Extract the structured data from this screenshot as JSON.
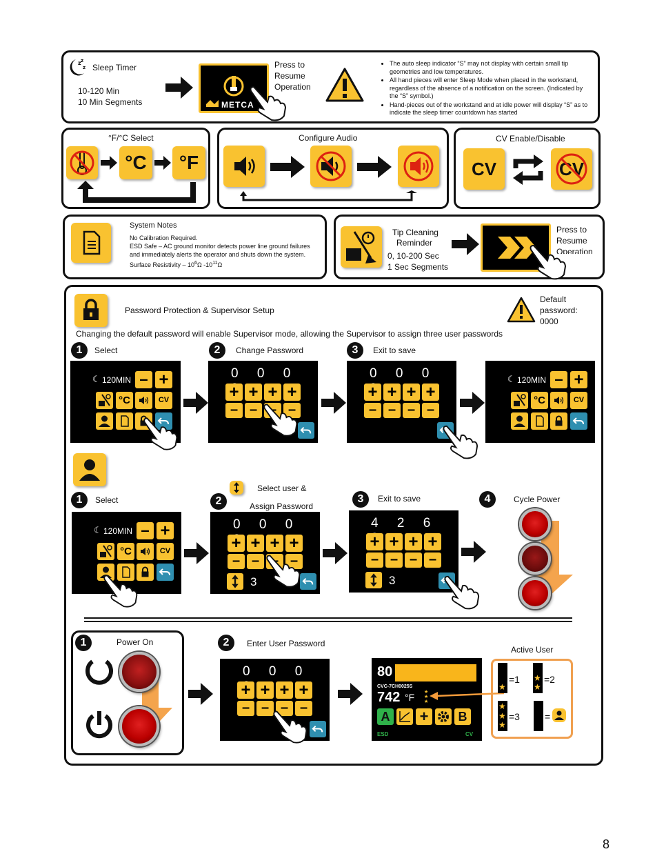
{
  "sleep": {
    "title": "Sleep Timer",
    "range": "10-120 Min",
    "segments": "10 Min Segments",
    "resume": [
      "Press to",
      "Resume",
      "Operation"
    ],
    "logo_text": "METCA",
    "notes": [
      "The auto sleep indicator “S” may not display with certain small tip geometries and low temperatures.",
      "All hand pieces will enter Sleep Mode when placed in the workstand, regardless of the absence of a notification on the screen. (Indicated by the “S” symbol.)",
      "Hand-pieces out of the workstand and at idle power will display “S” as to indicate the sleep timer countdown has started"
    ]
  },
  "temp": {
    "title": "°F/°C Select",
    "c": "°C",
    "f": "°F"
  },
  "audio": {
    "title": "Configure Audio"
  },
  "cv": {
    "title": "CV Enable/Disable",
    "label": "CV"
  },
  "system": {
    "title": "System Notes",
    "line1": "No Calibration Required.",
    "line2": "ESD Safe – AC ground monitor detects power line ground failures",
    "line3": "and immediately alerts the operator and shuts down the system.",
    "line4_pre": "Surface Resistivity – 10",
    "exp1": "6",
    "mid": "Ω -10",
    "exp2": "11",
    "end": "Ω"
  },
  "tip": {
    "title": "Tip Cleaning",
    "title2": "Reminder",
    "range": "0, 10-200 Sec",
    "segments": "1 Sec Segments",
    "resume": [
      "Press to",
      "Resume",
      "Operation"
    ]
  },
  "password": {
    "title": "Password Protection & Supervisor Setup",
    "default": [
      "Default",
      "password:",
      "0000"
    ],
    "desc": "Changing the default password will enable Supervisor mode, allowing the Supervisor to assign three user passwords",
    "steps1": [
      {
        "n": "1",
        "label": "Select"
      },
      {
        "n": "2",
        "label": "Change Password"
      },
      {
        "n": "3",
        "label": "Exit to save"
      }
    ],
    "steps2": [
      {
        "n": "1",
        "label": "Select"
      },
      {
        "n": "2",
        "label": "Select user &"
      },
      {
        "n": "3",
        "label": "Exit to save"
      },
      {
        "n": "4",
        "label": "Cycle Power"
      }
    ],
    "assign": "Assign Password",
    "menu_time": "120MIN",
    "menu_c": "°C",
    "menu_cv": "CV",
    "zero": "0 0 0 0",
    "user_code": "4 2 6 8",
    "user_num": "3",
    "plus": "+",
    "minus": "–"
  },
  "login": {
    "step1": {
      "n": "1",
      "label": "Power On"
    },
    "step2": {
      "n": "2",
      "label": "Enter User Password"
    },
    "zero": "0 0 0 0",
    "active_user": "Active User",
    "screen_temp_set": "80",
    "screen_id": "CVC-7CH0025S",
    "screen_temp": "742",
    "screen_unit": "°F",
    "btn_a": "A",
    "btn_b": "B",
    "esd": "ESD",
    "cv": "CV",
    "u1": "=1",
    "u2": "=2",
    "u3": "=3",
    "u4": "="
  },
  "page_number": "8"
}
